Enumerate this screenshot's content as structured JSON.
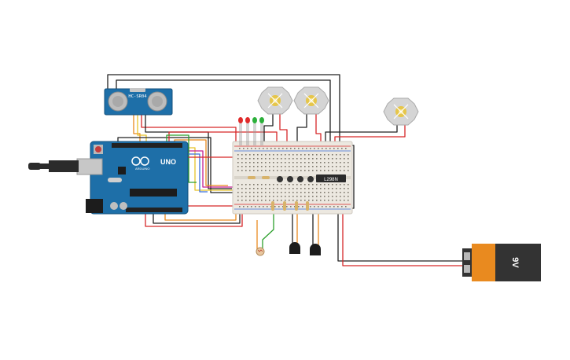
{
  "sensor": {
    "label": "HC-SR04"
  },
  "arduino": {
    "brand": "UNO",
    "subtitle": "ARDUINO"
  },
  "driver": {
    "label": "L298N"
  },
  "battery": {
    "label": "9V"
  },
  "colors": {
    "board": "#1e6fa8",
    "breadboard": "#ece8e0",
    "wire_red": "#d62728",
    "wire_black": "#222222",
    "wire_yellow": "#e6c229",
    "wire_orange": "#e98a1f",
    "wire_magenta": "#c41e8f",
    "wire_green": "#2ca02c",
    "wire_blue": "#3a6fd8",
    "motor_body": "#d5d5d5",
    "motor_core": "#e6c64a"
  },
  "leds": [
    "red",
    "red",
    "green",
    "green"
  ],
  "motors": 3,
  "icons": [
    "arduino-board",
    "ultrasonic-sensor",
    "dc-motor",
    "led",
    "resistor",
    "transistor",
    "photoresistor",
    "battery"
  ]
}
